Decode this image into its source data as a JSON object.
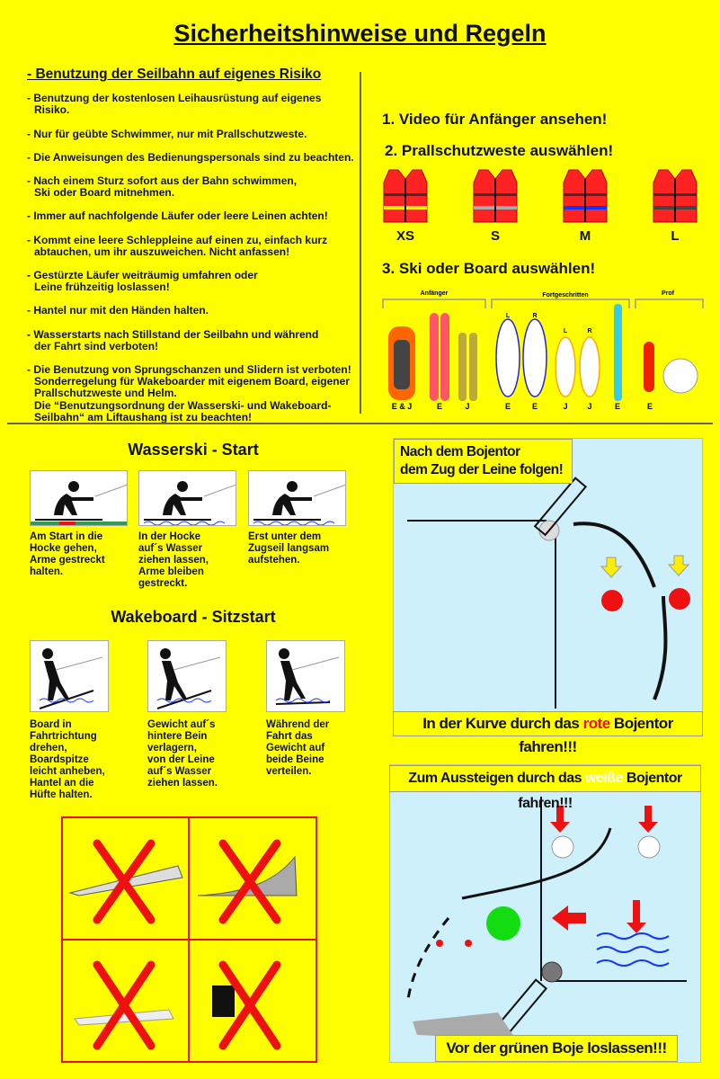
{
  "title": "Sicherheitshinweise und Regeln",
  "rules": {
    "heading": "- Benutzung der Seilbahn auf eigenes Risiko",
    "items": [
      "- Benutzung der kostenlosen Leihausrüstung auf eigenes Risiko.",
      "- Nur für geübte Schwimmer, nur mit Prallschutzweste.",
      "- Die Anweisungen des Bedienungspersonals sind zu beachten.",
      "- Nach einem Sturz sofort aus der Bahn schwimmen,\nSki oder Board mitnehmen.",
      "- Immer auf nachfolgende Läufer oder leere Leinen achten!",
      "- Kommt eine leere Schleppleine auf einen zu, einfach kurz\nabtauchen, um ihr auszuweichen. Nicht anfassen!",
      "- Gestürzte Läufer weiträumig umfahren oder\nLeine frühzeitig loslassen!",
      "- Hantel nur mit den Händen halten.",
      "- Wasserstarts nach Stillstand der Seilbahn und während\nder Fahrt sind verboten!",
      "- Die Benutzung von Sprungschanzen und Slidern ist verboten!\nSonderregelung für Wakeboarder mit eigenem Board, eigener\nPrallschutzweste und Helm.\nDie “Benutzungsordnung der Wasserski- und Wakeboard-\nSeilbahn“ am Liftaushang ist zu beachten!"
    ]
  },
  "steps": [
    "1. Video für Anfänger ansehen!",
    "2. Prallschutzweste auswählen!",
    "3. Ski oder Board auswählen!"
  ],
  "vests": [
    {
      "size": "XS",
      "stripe": "#ffee00"
    },
    {
      "size": "S",
      "stripe": "#aaaaaa"
    },
    {
      "size": "M",
      "stripe": "#1133ff"
    },
    {
      "size": "L",
      "stripe": "#444444"
    }
  ],
  "boards": {
    "groups": [
      "Anfänger",
      "Fortgeschritten",
      "Prof"
    ],
    "side_labels": [
      "L",
      "R",
      "L",
      "R"
    ],
    "labels": [
      "E & J",
      "E",
      "J",
      "E",
      "E",
      "J",
      "J",
      "E",
      "E"
    ]
  },
  "wasserski": {
    "title": "Wasserski - Start",
    "captions": [
      "Am Start in die\nHocke gehen,\nArme gestreckt\nhalten.",
      "In der Hocke\nauf´s Wasser\nziehen lassen,\nArme bleiben\ngestreckt.",
      "Erst unter dem\nZugseil langsam\naufstehen."
    ]
  },
  "wakeboard": {
    "title": "Wakeboard - Sitzstart",
    "captions": [
      "Board in\nFahrtrichtung\ndrehen,\nBoardspitze\nleicht anheben,\nHantel an die\nHüfte halten.",
      "Gewicht auf´s\nhintere Bein\nverlagern,\nvon der Leine\nauf´s Wasser\nziehen lassen.",
      "Während der\nFahrt das\nGewicht auf\nbeide Beine\nverteilen."
    ]
  },
  "diagram1": {
    "top": "Nach dem Bojentor\ndem Zug der Leine folgen!",
    "bottom_pre": "In der Kurve durch das ",
    "bottom_hl": "rote",
    "bottom_post": " Bojentor fahren!!!"
  },
  "diagram2": {
    "top_pre": "Zum Aussteigen durch das ",
    "top_hl": "weiße",
    "top_post": " Bojentor fahren!!!",
    "bottom": "Vor der grünen Boje loslassen!!!"
  }
}
